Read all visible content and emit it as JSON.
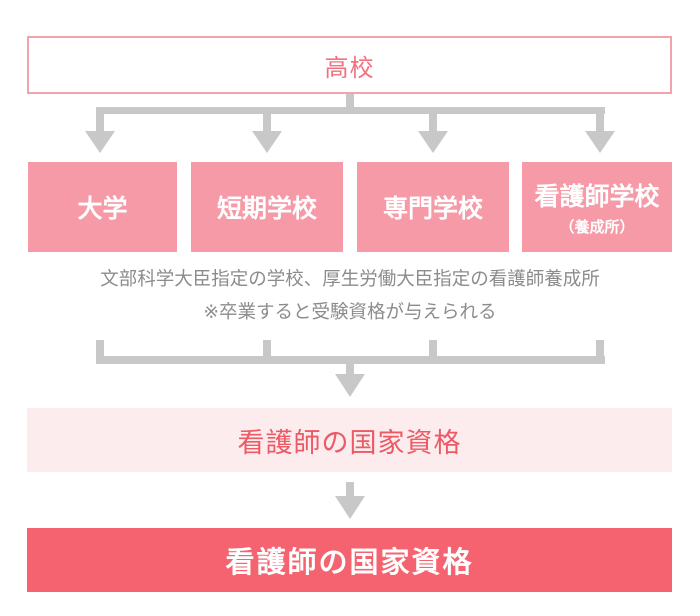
{
  "top": {
    "label": "高校"
  },
  "schools": [
    {
      "label": "大学",
      "sub": ""
    },
    {
      "label": "短期学校",
      "sub": ""
    },
    {
      "label": "専門学校",
      "sub": ""
    },
    {
      "label": "看護師学校",
      "sub": "（養成所）"
    }
  ],
  "note": {
    "line1": "文部科学大臣指定の学校、厚生労働大臣指定の看護師養成所",
    "line2": "※卒業すると受験資格が与えられる"
  },
  "result1": {
    "label": "看護師の国家資格"
  },
  "result2": {
    "label": "看護師の国家資格"
  },
  "colors": {
    "connector": "#c8c8c8",
    "school_fill": "#f59aa6",
    "accent": "#f4636f",
    "light_fill": "#fdeced"
  }
}
